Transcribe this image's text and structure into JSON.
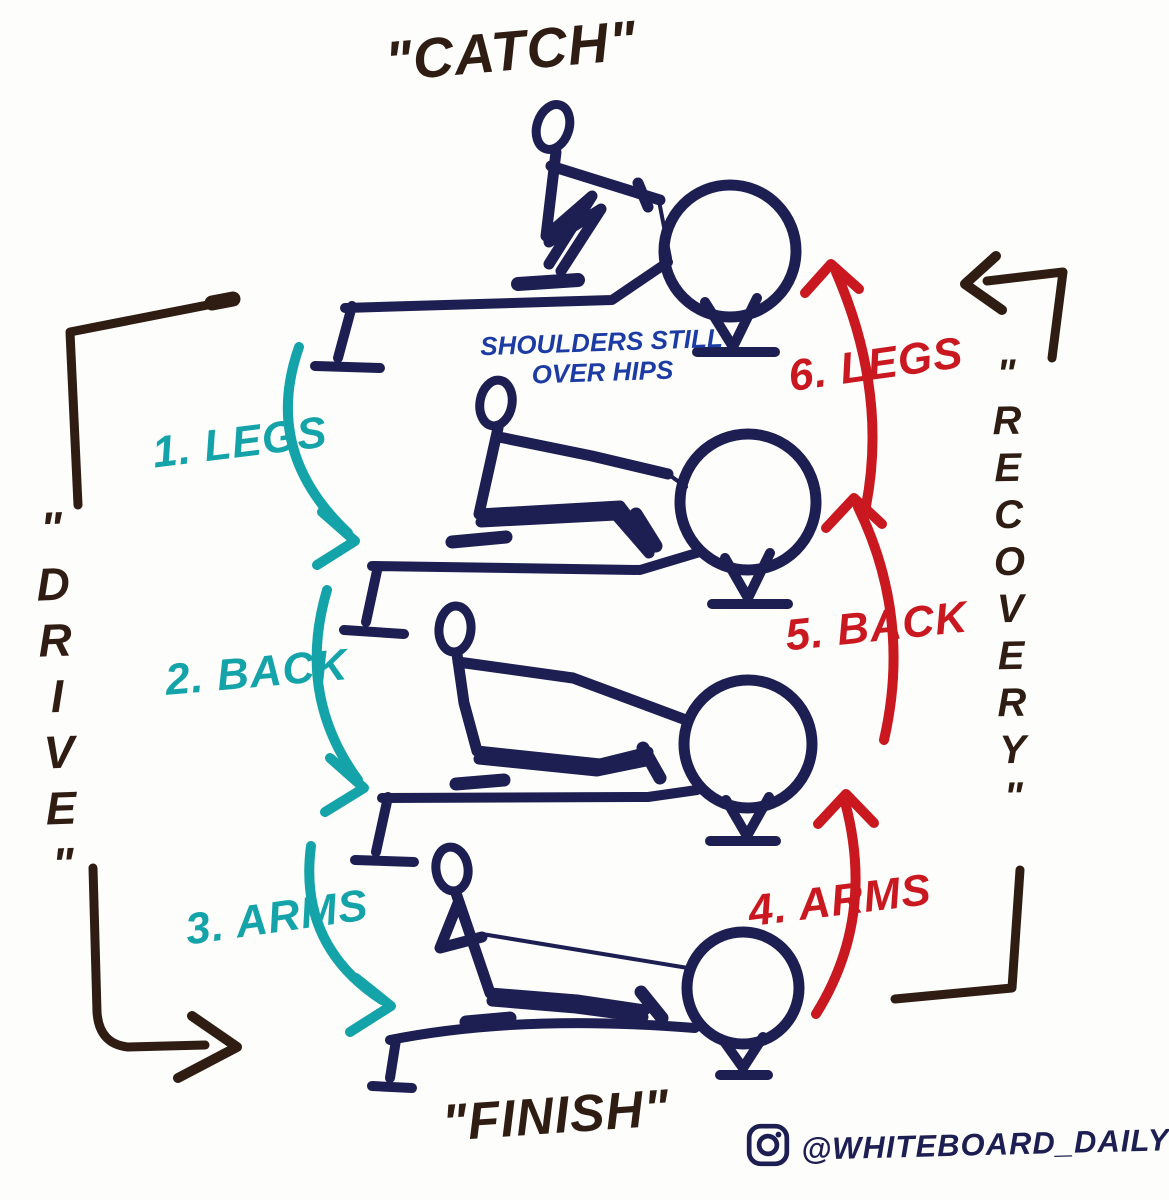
{
  "colors": {
    "ink_navy": "#1d1e52",
    "ink_teal": "#14a3a9",
    "ink_red": "#c9181f",
    "ink_dark": "#2f1d13",
    "ink_blue_note": "#1c3ca3",
    "background": "#fdfdfb"
  },
  "titles": {
    "catch": "\"CATCH\"",
    "finish": "\"FINISH\""
  },
  "phase_left": {
    "label": "\"DRIVE\""
  },
  "phase_right": {
    "label": "\"RECOVERY\""
  },
  "drive_steps": [
    {
      "label": "1. LEGS"
    },
    {
      "label": "2. BACK"
    },
    {
      "label": "3. ARMS"
    }
  ],
  "recovery_steps": [
    {
      "label": "6. LEGS"
    },
    {
      "label": "5. BACK"
    },
    {
      "label": "4. ARMS"
    }
  ],
  "note": {
    "line1": "SHOULDERS STILL",
    "line2": "OVER HIPS"
  },
  "footer": {
    "icon": "instagram-icon",
    "handle": "@WHITEBOARD_DAILY"
  }
}
